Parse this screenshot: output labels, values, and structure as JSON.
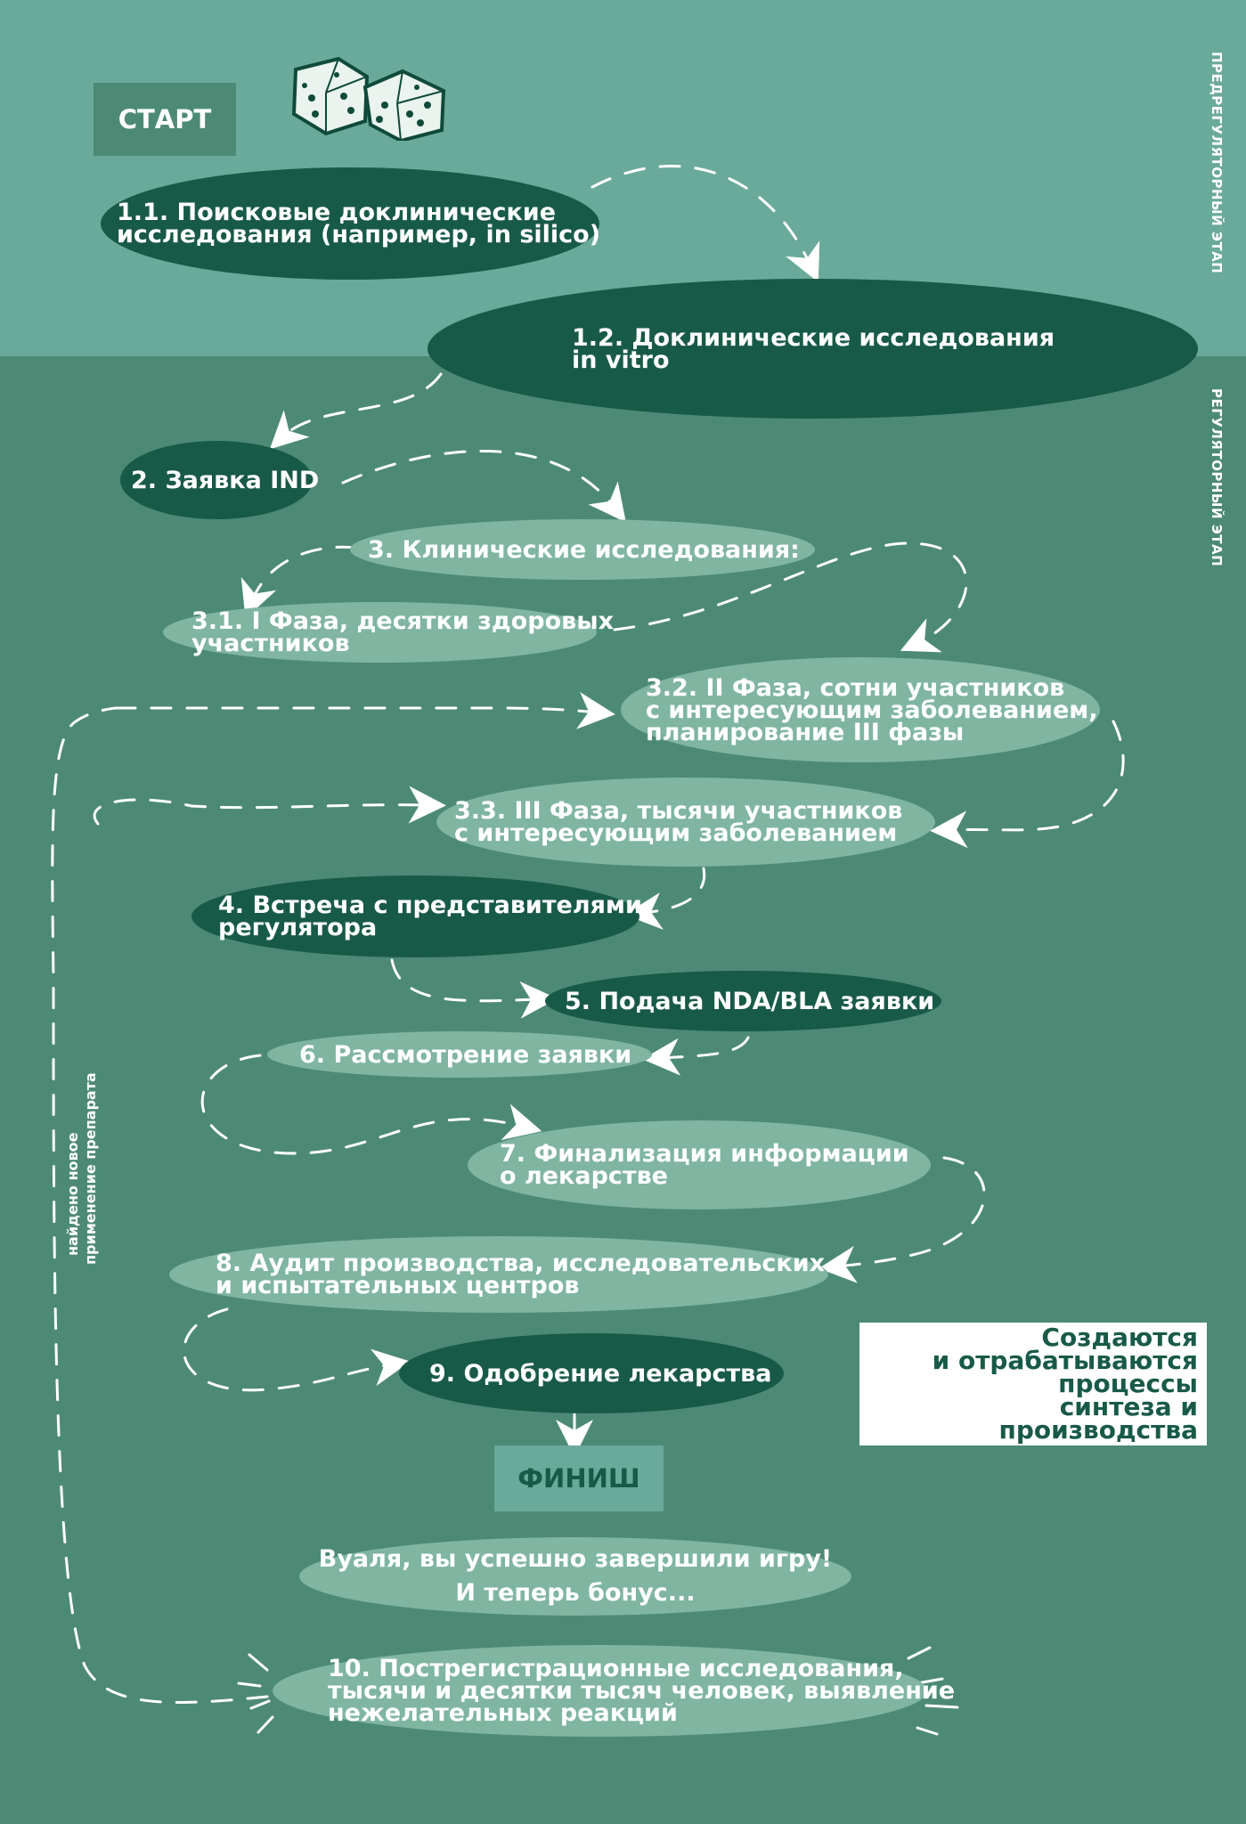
{
  "start_label": "СТАРТ",
  "finish_label": "ФИНИШ",
  "side_labels": {
    "pre_regulatory": "ПРЕДРЕГУЛЯТОРНЫЙ ЭТАП",
    "regulatory": "РЕГУЛЯТОРНЫЙ ЭТАП"
  },
  "loop_note": [
    "найдено новое",
    "применение препарата"
  ],
  "steps": {
    "s1_1": [
      "1.1. Поисковые доклинические",
      "исследования (например, in silico)"
    ],
    "s1_2": [
      "1.2. Доклинические исследования",
      "in vitro"
    ],
    "s2": [
      "2. Заявка IND"
    ],
    "s3": [
      "3. Клинические исследования:"
    ],
    "s3_1": [
      "3.1. I Фаза, десятки здоровых",
      "участников"
    ],
    "s3_2": [
      "3.2. II Фаза, сотни участников",
      "с интересующим заболеванием,",
      "планирование III фазы"
    ],
    "s3_3": [
      "3.3. III Фаза, тысячи участников",
      "с интересующим заболеванием"
    ],
    "s4": [
      "4. Встреча с представителями",
      "регулятора"
    ],
    "s5": [
      "5. Подача NDA/BLA заявки"
    ],
    "s6": [
      "6. Рассмотрение заявки"
    ],
    "s7": [
      "7. Финализация информации",
      "о лекарстве"
    ],
    "s8": [
      "8. Аудит производства, исследовательских",
      "и испытательных центров"
    ],
    "s9": [
      "9. Одобрение лекарства"
    ],
    "bonus": [
      "Вуаля, вы успешно завершили игру!",
      "И теперь бонус..."
    ],
    "s10": [
      "10. Пострегистрационные исследования,",
      "тысячи и десятки тысяч человек, выявление",
      "нежелательных реакций"
    ]
  },
  "note": [
    "Создаются",
    "и отрабатываются",
    "процессы",
    "синтеза и производства"
  ],
  "colors": {
    "top_band": "#6aaa9a",
    "main_band": "#4d8a76",
    "dark_node": "#185a48",
    "light_node": "#86bda8"
  }
}
